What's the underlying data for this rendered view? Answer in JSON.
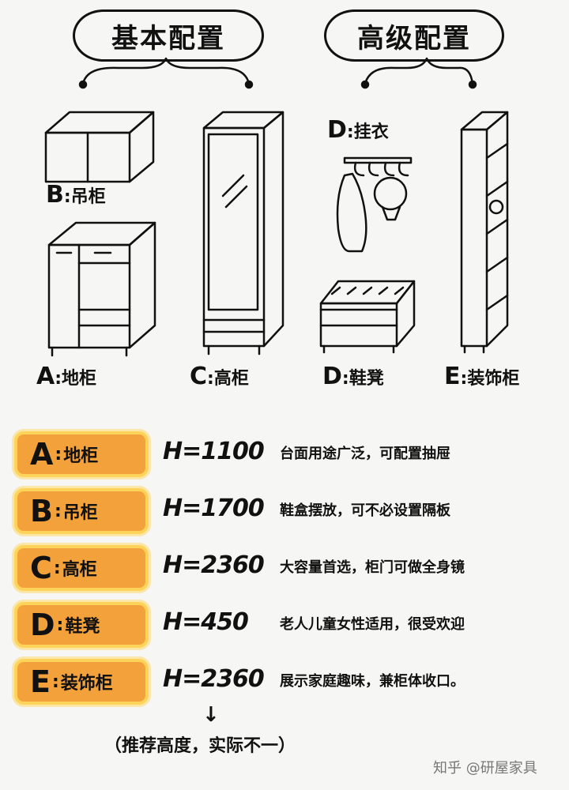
{
  "headers": {
    "basic": "基本配置",
    "advanced": "高级配置"
  },
  "cabinets": {
    "B": {
      "letter": "B",
      "sep": ":",
      "name": "吊柜"
    },
    "A": {
      "letter": "A",
      "sep": ":",
      "name": "地柜"
    },
    "C": {
      "letter": "C",
      "sep": ":",
      "name": "高柜"
    },
    "D_top": {
      "letter": "D",
      "sep": ":",
      "name": "挂衣"
    },
    "D": {
      "letter": "D",
      "sep": ":",
      "name": "鞋凳"
    },
    "E": {
      "letter": "E",
      "sep": ":",
      "name": "装饰柜"
    }
  },
  "specs": [
    {
      "letter": "A",
      "sep": ":",
      "name": "地柜",
      "height": "H=1100",
      "desc": "台面用途广泛，可配置抽屉"
    },
    {
      "letter": "B",
      "sep": ":",
      "name": "吊柜",
      "height": "H=1700",
      "desc": "鞋盒摆放，可不必设置隔板"
    },
    {
      "letter": "C",
      "sep": ":",
      "name": "高柜",
      "height": "H=2360",
      "desc": "大容量首选，柜门可做全身镜"
    },
    {
      "letter": "D",
      "sep": ":",
      "name": "鞋凳",
      "height": "H=450",
      "desc": "老人儿童女性适用，很受欢迎"
    },
    {
      "letter": "E",
      "sep": ":",
      "name": "装饰柜",
      "height": "H=2360",
      "desc": "展示家庭趣味，兼柜体收口。"
    }
  ],
  "note": {
    "arrow": "↓",
    "text": "（推荐高度，实际不一）"
  },
  "watermark": "知乎 @研屋家具",
  "colors": {
    "badge": "#f3a13a",
    "badge_border": "#ffd35a"
  }
}
